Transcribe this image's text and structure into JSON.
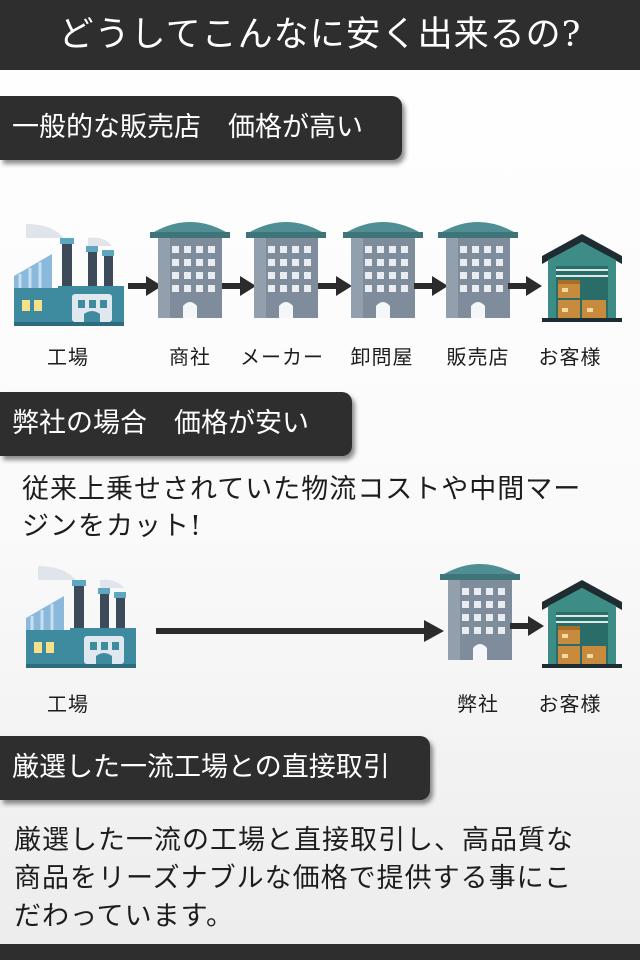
{
  "header": {
    "title": "どうしてこんなに安く出来るの?"
  },
  "section1": {
    "label": "一般的な販売店　価格が高い",
    "flow": [
      "工場",
      "商社",
      "メーカー",
      "卸問屋",
      "販売店",
      "お客様"
    ]
  },
  "section2": {
    "label": "弊社の場合　価格が安い",
    "text_lines": [
      "従来上乗せされていた物流コストや中間マー",
      "ジンをカット!"
    ],
    "flow": [
      "工場",
      "弊社",
      "お客様"
    ]
  },
  "section3": {
    "label": "厳選した一流工場との直接取引",
    "text_lines": [
      "厳選した一流の工場と直接取引し、高品質な",
      "商品をリーズナブルな価格で提供する事にこ",
      "だわっています。"
    ]
  },
  "icons": [
    "factory-icon",
    "office-building-icon",
    "warehouse-icon",
    "arrow-right-icon"
  ],
  "colors": {
    "dark": "#2e2e2e",
    "teal": "#4d8c90",
    "gray_blue": "#7f8d9c"
  }
}
